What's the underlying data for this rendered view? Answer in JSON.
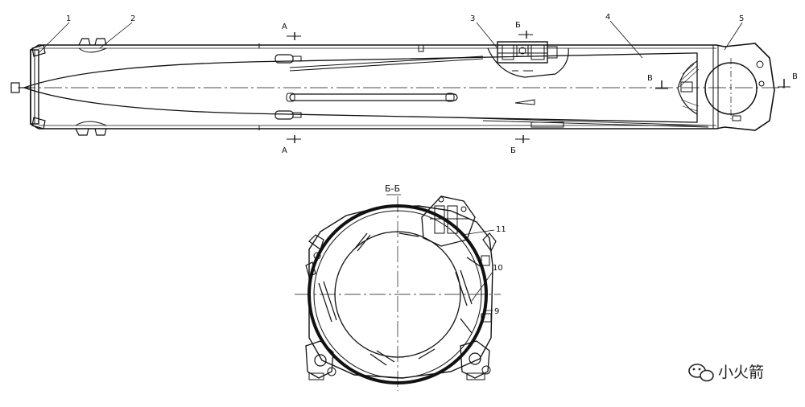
{
  "top_view": {
    "callouts": [
      "1",
      "2",
      "3",
      "4",
      "5"
    ],
    "section_marks": {
      "a_top": "А",
      "a_bottom": "А",
      "b_top": "Б",
      "b_bottom": "Б",
      "v_left": "В",
      "v_right": "В"
    }
  },
  "section_view": {
    "title": "Б-Б",
    "callouts": [
      "11",
      "10",
      "9"
    ]
  },
  "watermark": {
    "text": "小火箭",
    "icon": "wechat-icon"
  }
}
